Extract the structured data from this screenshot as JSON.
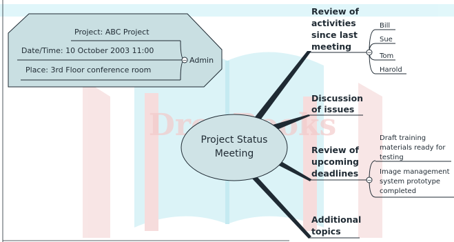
{
  "colors": {
    "page_background": "#ffffff",
    "bubble_fill": "#cfe3e6",
    "panel_fill": "#c9dfe2",
    "ink": "#1f2a33",
    "watermark_cyan": "#a9e7f1",
    "watermark_red": "#e9a0a0"
  },
  "watermark": {
    "text": "DropBooks",
    "icon": "open-book-icon"
  },
  "central_topic": {
    "line1": "Project Status",
    "line2": "Meeting"
  },
  "info_panel": {
    "project": "Project: ABC Project",
    "datetime": "Date/Time: 10 October 2003 11:00",
    "place": "Place: 3rd Floor conference room",
    "admin": "Admin"
  },
  "branches": {
    "review_activities": {
      "lines": [
        "Review of",
        "activities",
        "since last",
        "meeting"
      ],
      "attendees": [
        "Bill",
        "Sue",
        "Tom",
        "Harold"
      ]
    },
    "discussion": {
      "lines": [
        "Discussion",
        "of issues"
      ]
    },
    "deadlines": {
      "lines": [
        "Review of",
        "upcoming",
        "deadlines"
      ],
      "items": [
        {
          "lines": [
            "Draft training",
            "materials ready for",
            "testing"
          ]
        },
        {
          "lines": [
            "Image management",
            "system prototype",
            "completed"
          ]
        }
      ]
    },
    "additional": {
      "lines": [
        "Additional",
        "topics"
      ]
    }
  },
  "collapse_glyph": "−"
}
